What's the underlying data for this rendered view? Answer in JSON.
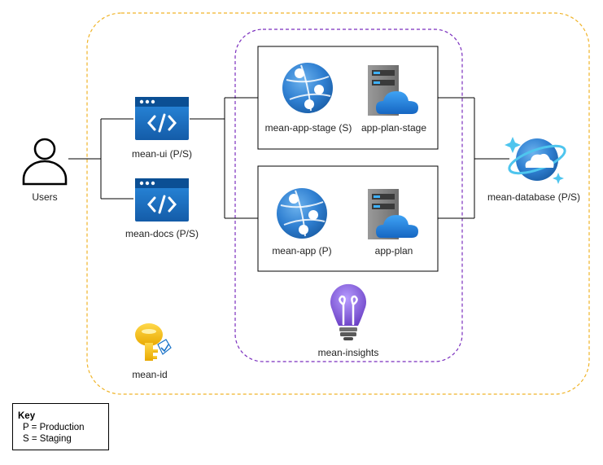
{
  "nodes": {
    "users": "Users",
    "mean_ui": "mean-ui (P/S)",
    "mean_docs": "mean-docs (P/S)",
    "mean_app_stage": "mean-app-stage (S)",
    "app_plan_stage": "app-plan-stage",
    "mean_app": "mean-app (P)",
    "app_plan": "app-plan",
    "mean_database": "mean-database (P/S)",
    "mean_insights": "mean-insights",
    "mean_id": "mean-id"
  },
  "key": {
    "title": "Key",
    "lines": [
      "P = Production",
      "S = Staging"
    ]
  },
  "colors": {
    "outer_group_border": "#f0b429",
    "inner_group_border": "#7b2fbe",
    "lines": "#000000",
    "web_icon": "#1a73c8",
    "app_service_globe": "#3e8fd8",
    "cloud": "#1f87e5",
    "server": "#8a8a8a",
    "insights_bulb": "#8e6bd8",
    "key_vault": "#f5c518"
  },
  "icons": {
    "users": "user-icon",
    "mean_ui": "static-web-app-icon",
    "mean_docs": "static-web-app-icon",
    "mean_app_stage": "app-service-icon",
    "app_plan_stage": "app-service-plan-icon",
    "mean_app": "app-service-icon",
    "app_plan": "app-service-plan-icon",
    "mean_database": "cosmos-db-icon",
    "mean_insights": "application-insights-icon",
    "mean_id": "managed-identity-icon"
  }
}
